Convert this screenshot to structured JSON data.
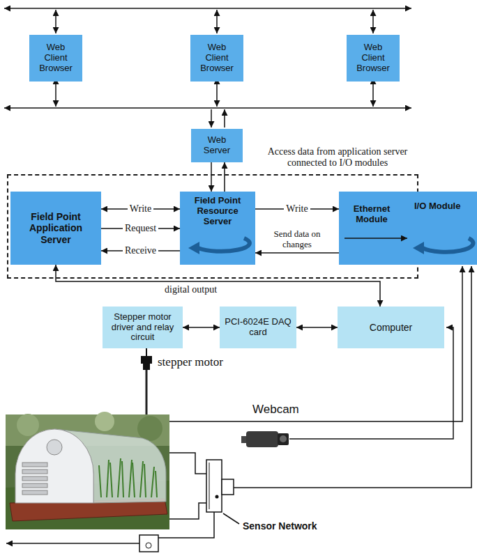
{
  "diagram": {
    "nodes": [
      {
        "text": [
          "Web Client Browser"
        ]
      },
      {
        "text": [
          "Web Client Browser"
        ]
      },
      {
        "text": [
          "Web Client Browser"
        ]
      },
      {
        "text": [
          "Web Server"
        ]
      },
      {
        "text": [
          "Access data from application server connected to I/O modules"
        ]
      },
      {
        "text": [
          "Field Point Application Server"
        ],
        "in": 4
      },
      {
        "text": [
          "Field Point Resource Server"
        ],
        "in": 4
      },
      {
        "text": [
          "Ethernet Module",
          "I/O Module"
        ],
        "in": 4
      },
      {
        "text": [
          "Stepper motor driver and relay circuit"
        ]
      },
      {
        "text": [
          "PCI-6024E DAQ card"
        ]
      },
      {
        "text": [
          "Computer"
        ]
      }
    ],
    "edges": [
      {
        "from": 3,
        "to": 6,
        "arrow": "to"
      },
      {
        "from": 6,
        "to": 3,
        "arrow": "to"
      },
      {
        "from": 5,
        "to": 6,
        "label": "Write",
        "arrow": "both"
      },
      {
        "from": 5,
        "to": 6,
        "label": "Request",
        "arrow": "to"
      },
      {
        "from": 6,
        "to": 5,
        "label": "Receive",
        "arrow": "to"
      },
      {
        "from": 6,
        "to": 7,
        "label": "Write",
        "arrow": "to"
      },
      {
        "from": 7,
        "to": 6,
        "label": "Send data on changes",
        "arrow": "to"
      },
      {
        "from": 5,
        "to": 10,
        "arrow": "both"
      },
      {
        "from": 8,
        "to": 9,
        "arrow": "both"
      },
      {
        "from": 9,
        "to": 10,
        "arrow": "both"
      }
    ],
    "labels": [
      "digital output",
      "stepper motor",
      "Webcam",
      "Sensor Network"
    ]
  }
}
